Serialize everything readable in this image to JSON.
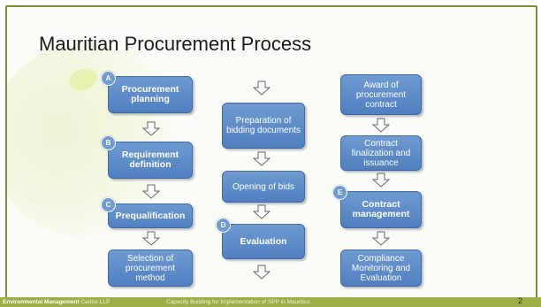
{
  "slide": {
    "title": "Mauritian Procurement Process",
    "page_number": "2"
  },
  "footer": {
    "org_bold": "Environmental Management",
    "org_rest": " Centre LLP",
    "caption": "Capacity Building for Implementation of SPP in Mauritius"
  },
  "column1": [
    {
      "badge": "A",
      "label": "Procurement planning"
    },
    {
      "badge": "B",
      "label": "Requirement definition"
    },
    {
      "badge": "C",
      "label": "Prequalification"
    },
    {
      "badge": "",
      "label": "Selection of procurement method"
    }
  ],
  "column2": [
    {
      "badge": "",
      "label": "Preparation of bidding documents"
    },
    {
      "badge": "",
      "label": "Opening of bids"
    },
    {
      "badge": "D",
      "label": "Evaluation"
    }
  ],
  "column3": [
    {
      "badge": "",
      "label": "Award of procurement contract"
    },
    {
      "badge": "",
      "label": "Contract finalization and issuance"
    },
    {
      "badge": "E",
      "label": "Contract management"
    },
    {
      "badge": "",
      "label": "Compliance Monitoring and Evaluation"
    }
  ],
  "colors": {
    "box_fill": "#4f7fc0",
    "box_border": "#3e6aa8",
    "frame_border": "#7d8f32",
    "footer_bar": "#9eae46"
  },
  "icons": {
    "flow_arrow": "down-arrow-outline-icon"
  }
}
